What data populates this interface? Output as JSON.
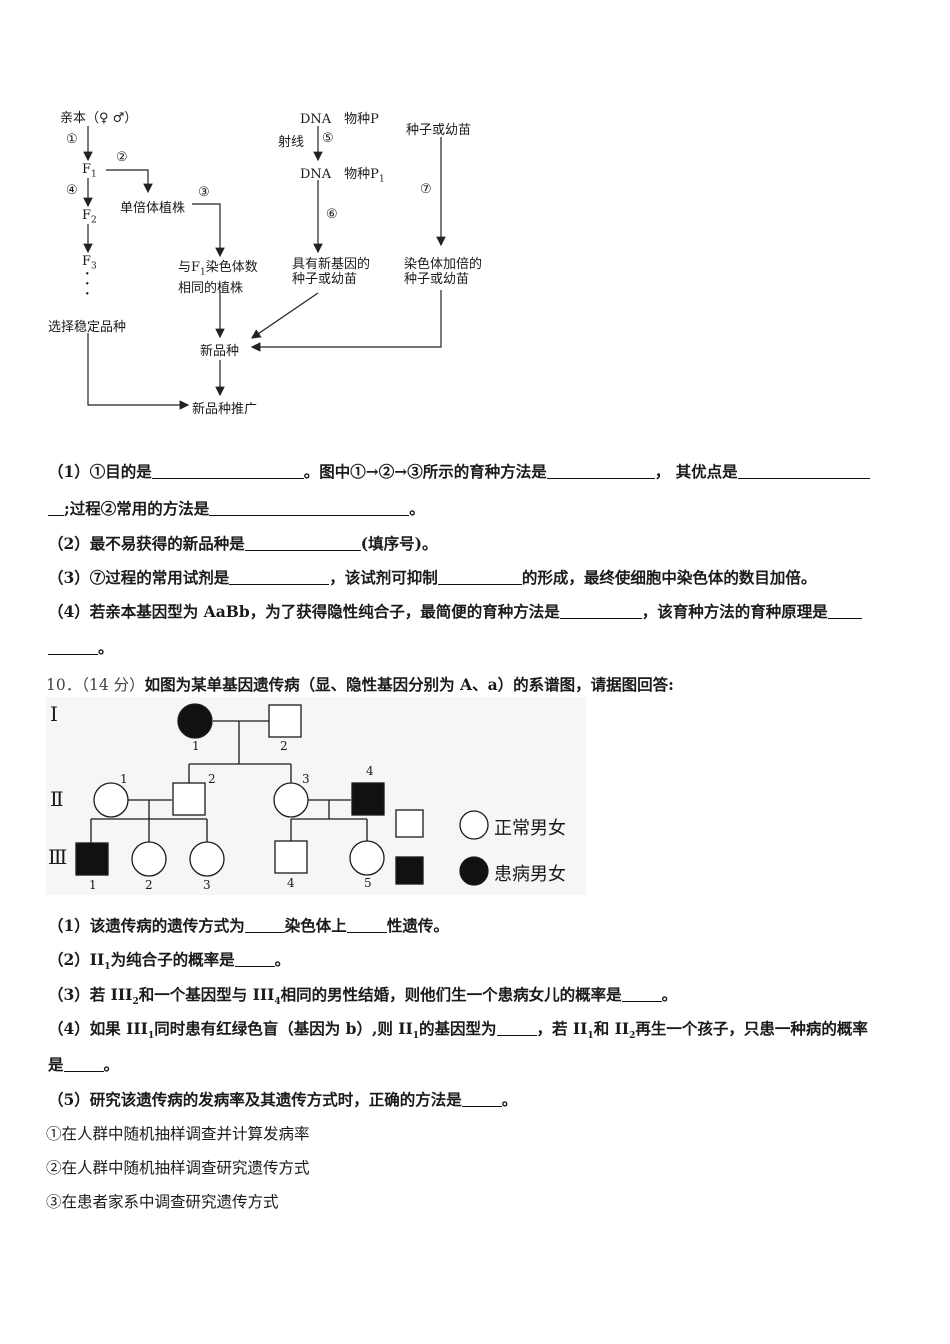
{
  "breeding_figure": {
    "parent": "亲本（♀ ♂）",
    "step1": "①",
    "f1": "F",
    "f1_sub": "1",
    "step2": "②",
    "step3": "③",
    "step4": "④",
    "f2": "F",
    "f2_sub": "2",
    "f3": "F",
    "f3_sub": "3",
    "dots": "·\n·\n·",
    "select_stable": "选择稳定品种",
    "haploid": "单倍体植株",
    "same_chrom_line1_a": "与F",
    "same_chrom_line1_sub": "1",
    "same_chrom_line1_b": "染色体数",
    "same_chrom_line2": "相同的植株",
    "dna_p": "DNA　物种P",
    "radiation": "射线",
    "step5": "⑤",
    "dna_p1": "DNA　物种P",
    "dna_p1_sub": "1",
    "step6": "⑥",
    "new_gene_line1": "具有新基因的",
    "new_gene_line2": "种子或幼苗",
    "seed_top": "种子或幼苗",
    "step7": "⑦",
    "doubled_line1": "染色体加倍的",
    "doubled_line2": "种子或幼苗",
    "new_variety": "新品种",
    "promotion": "新品种推广"
  },
  "q9": {
    "p1_a": "（1）①目的是",
    "p1_b": "。图中①→②→③所示的育种方法是",
    "p1_c": "，  其优点是",
    "p1_d": ";过程②常用的方法是",
    "p1_e": "。",
    "p2_a": "（2）最不易获得的新品种是",
    "p2_b": "(填序号)。",
    "p3_a": "（3）⑦过程的常用试剂是",
    "p3_b": "，该试剂可抑制",
    "p3_c": "的形成，最终使细胞中染色体的数目加倍。",
    "p4_a": "（4）若亲本基因型为 AaBb，为了获得隐性纯合子，最简便的育种方法是",
    "p4_b": "，该育种方法的育种原理是",
    "p4_c": "。"
  },
  "q10": {
    "number": "10．",
    "score": "（14 分）",
    "stem": "如图为某单基因遗传病（显、隐性基因分别为 A、a）的系谱图，请据图回答:",
    "pedigree": {
      "gen1": "Ⅰ",
      "gen2": "Ⅱ",
      "gen3": "Ⅲ",
      "i1": "1",
      "i2": "2",
      "ii1": "1",
      "ii2": "2",
      "ii3": "3",
      "ii4": "4",
      "iii1": "1",
      "iii2": "2",
      "iii3": "3",
      "iii4": "4",
      "iii5": "5",
      "legend_normal": "正常男女",
      "legend_affected": "患病男女"
    },
    "s1_a": "（1）该遗传病的遗传方式为",
    "s1_b": "染色体上",
    "s1_c": "性遗传。",
    "s2_a": "（2）II",
    "s2_sub": "1",
    "s2_b": "为纯合子的概率是",
    "s2_c": "。",
    "s3_a": "（3）若 III",
    "s3_sub1": "2",
    "s3_b": "和一个基因型与 III",
    "s3_sub2": "4",
    "s3_c": "相同的男性结婚，则他们生一个患病女儿的概率是",
    "s3_d": "。",
    "s4_a": "（4）如果 III",
    "s4_sub1": "1",
    "s4_b": "同时患有红绿色盲（基因为 b）,则 II",
    "s4_sub2": "1",
    "s4_c": "的基因型为",
    "s4_d": "，若 II",
    "s4_sub3": "1",
    "s4_e": "和 II",
    "s4_sub4": "2",
    "s4_f": "再生一个孩子，只患一种病的概率",
    "s4_g": "是",
    "s4_h": "。",
    "s5_a": "（5）研究该遗传病的发病率及其遗传方式时，正确的方法是",
    "s5_b": "。",
    "opt1": "①在人群中随机抽样调查并计算发病率",
    "opt2": "②在人群中随机抽样调查研究遗传方式",
    "opt3": "③在患者家系中调查研究遗传方式"
  }
}
